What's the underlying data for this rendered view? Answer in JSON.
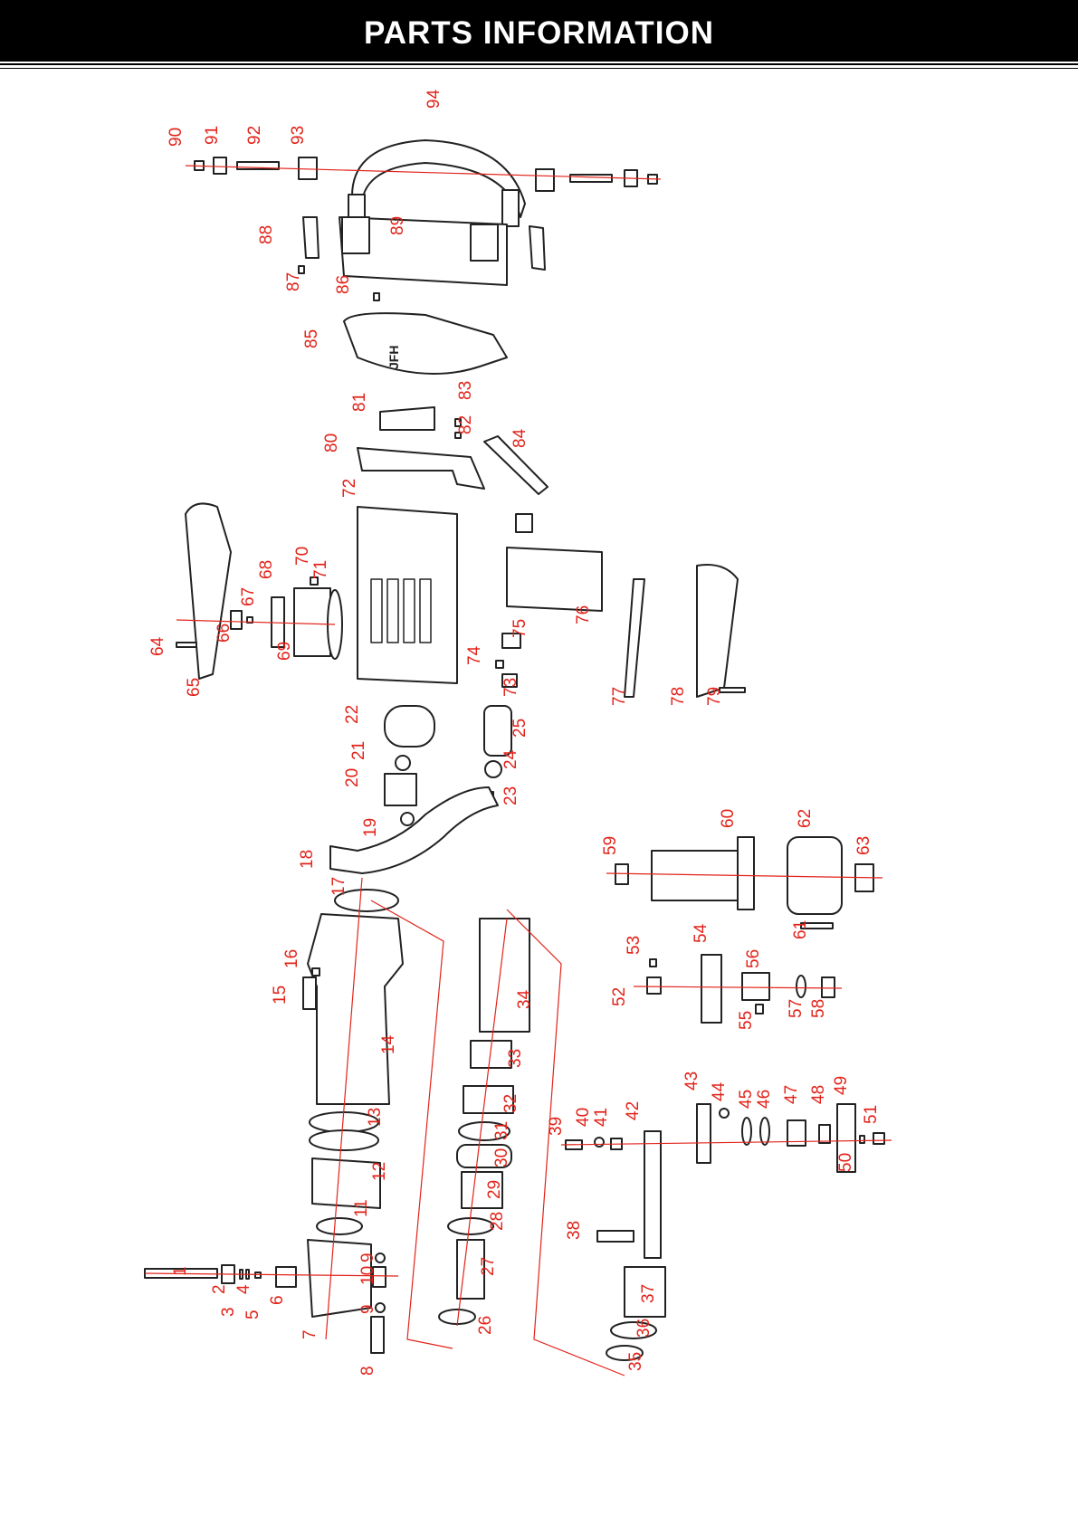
{
  "header": {
    "title": "PARTS INFORMATION"
  },
  "colors": {
    "label": "#e2231a",
    "leader": "#e2231a",
    "line": "#222222",
    "header_bg": "#000000",
    "header_text": "#ffffff"
  },
  "part_numbers": [
    "1",
    "2",
    "3",
    "4",
    "5",
    "6",
    "7",
    "8",
    "9",
    "9",
    "10",
    "11",
    "12",
    "13",
    "14",
    "15",
    "16",
    "17",
    "18",
    "19",
    "20",
    "21",
    "22",
    "23",
    "24",
    "25",
    "26",
    "27",
    "28",
    "29",
    "30",
    "31",
    "32",
    "33",
    "34",
    "35",
    "36",
    "37",
    "38",
    "39",
    "40",
    "41",
    "42",
    "43",
    "44",
    "45",
    "46",
    "47",
    "48",
    "49",
    "50",
    "51",
    "52",
    "53",
    "54",
    "55",
    "56",
    "57",
    "58",
    "59",
    "60",
    "61",
    "62",
    "63",
    "64",
    "65",
    "66",
    "67",
    "68",
    "69",
    "70",
    "71",
    "72",
    "73",
    "74",
    "75",
    "76",
    "77",
    "78",
    "79",
    "80",
    "81",
    "82",
    "83",
    "84",
    "85",
    "86",
    "87",
    "88",
    "89",
    "90",
    "91",
    "92",
    "93",
    "94"
  ],
  "logo_text": "JFH"
}
